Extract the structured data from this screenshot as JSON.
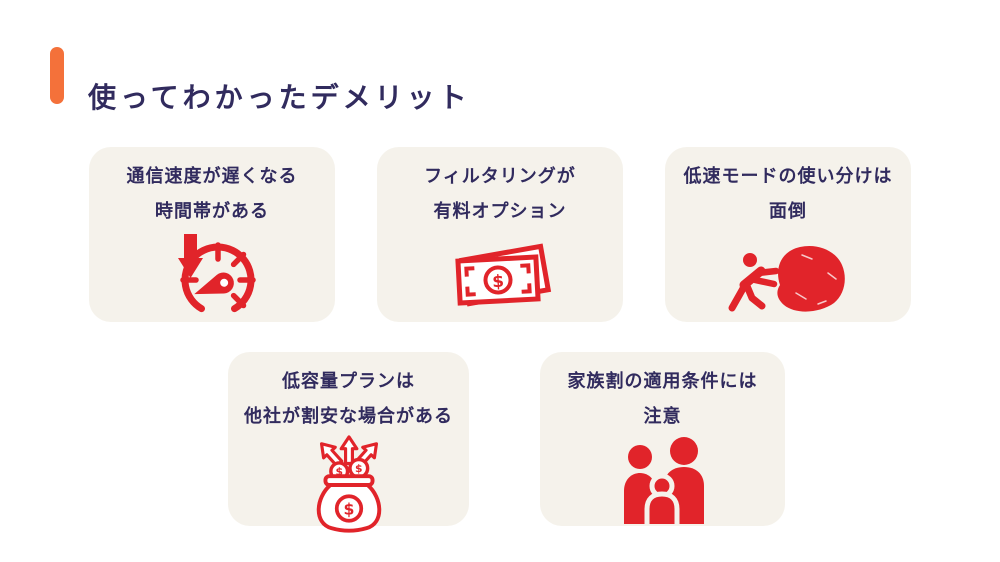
{
  "colors": {
    "page_bg": "#ffffff",
    "card_bg": "#f5f2eb",
    "accent_orange": "#f4713a",
    "text_navy": "#312b5e",
    "icon_red": "#e1242a"
  },
  "header": {
    "title": "使ってわかったデメリット"
  },
  "cards": [
    {
      "id": "communication-speed",
      "line1": "通信速度が遅くなる",
      "line2": "時間帯がある",
      "icon": "speedometer-slow-icon"
    },
    {
      "id": "filtering",
      "line1": "フィルタリングが",
      "line2": "有料オプション",
      "icon": "banknote-icon"
    },
    {
      "id": "low-speed-mode",
      "line1": "低速モードの使い分けは",
      "line2": "面倒",
      "icon": "boulder-push-icon"
    },
    {
      "id": "low-capacity-plan",
      "line1": "低容量プランは",
      "line2": "他社が割安な場合がある",
      "icon": "money-bag-arrows-icon"
    },
    {
      "id": "family-discount",
      "line1": "家族割の適用条件には",
      "line2": "注意",
      "icon": "family-icon"
    }
  ]
}
